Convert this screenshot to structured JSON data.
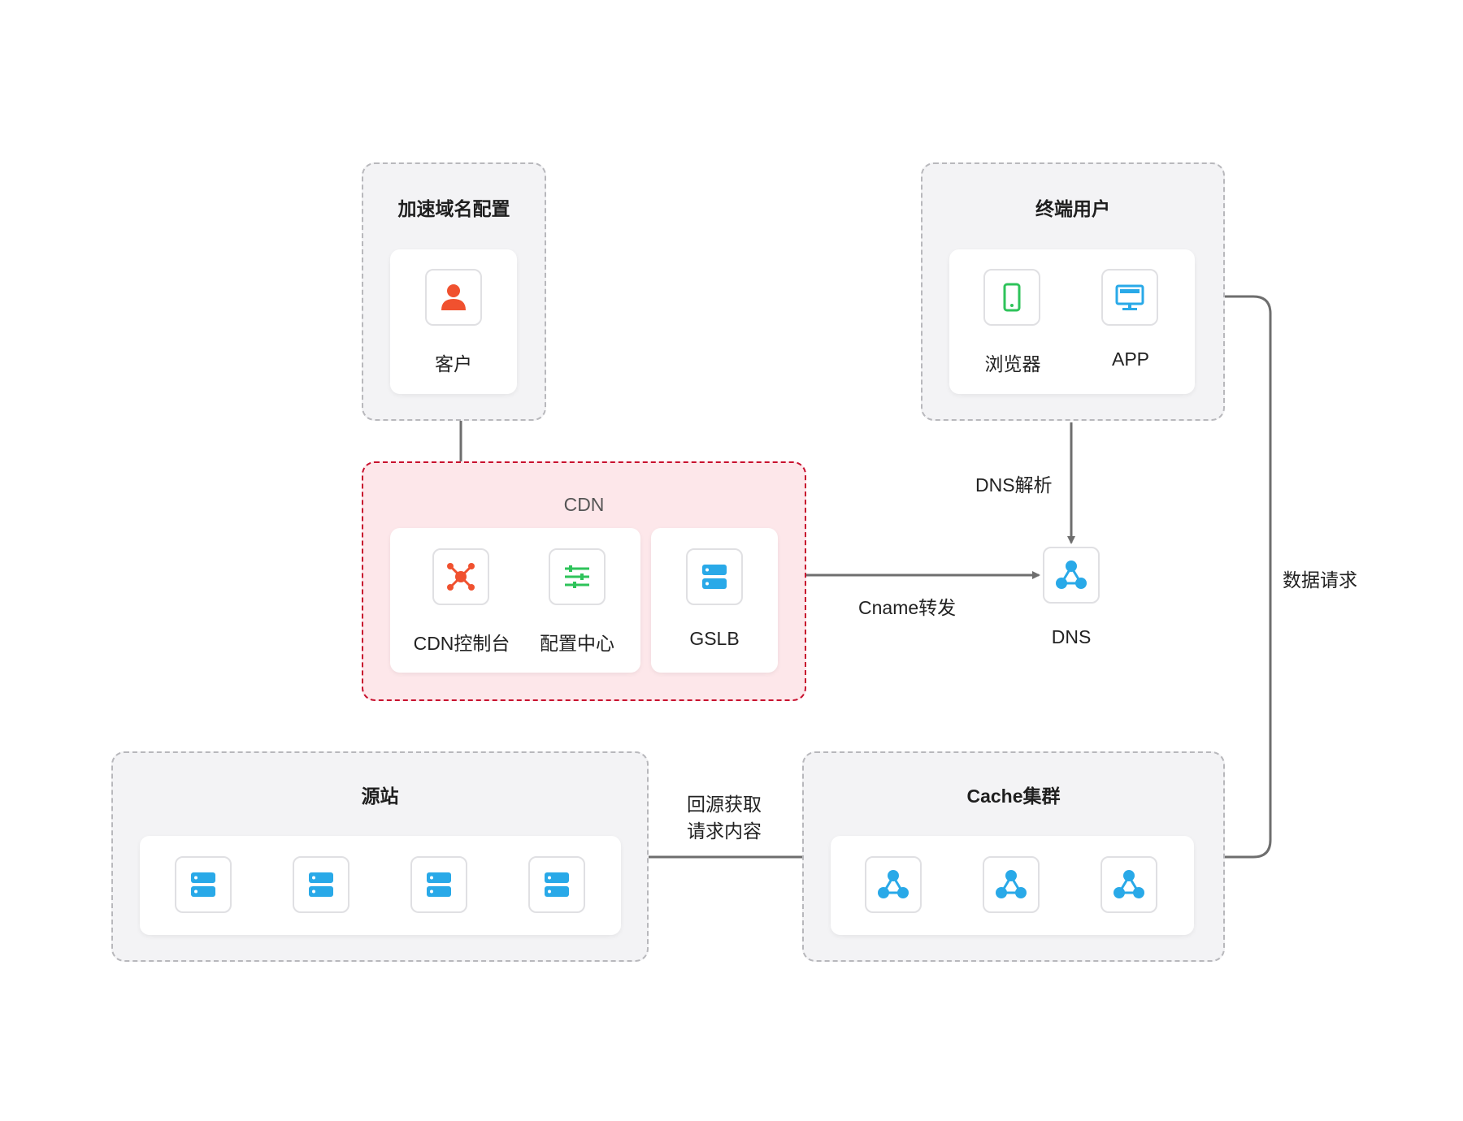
{
  "groups": {
    "domain_config": {
      "title": "加速域名配置",
      "items": [
        {
          "label": "客户",
          "icon": "person-icon"
        }
      ]
    },
    "end_users": {
      "title": "终端用户",
      "items": [
        {
          "label": "浏览器",
          "icon": "phone-icon"
        },
        {
          "label": "APP",
          "icon": "monitor-icon"
        }
      ]
    },
    "cdn": {
      "title": "CDN",
      "items": [
        {
          "label": "CDN控制台",
          "icon": "network-hub-icon"
        },
        {
          "label": "配置中心",
          "icon": "sliders-icon"
        },
        {
          "label": "GSLB",
          "icon": "server-icon"
        }
      ]
    },
    "dns": {
      "label": "DNS",
      "icon": "cluster-icon"
    },
    "origin": {
      "title": "源站",
      "items": [
        {
          "icon": "server-icon"
        },
        {
          "icon": "server-icon"
        },
        {
          "icon": "server-icon"
        },
        {
          "icon": "server-icon"
        }
      ]
    },
    "cache": {
      "title": "Cache集群",
      "items": [
        {
          "icon": "cluster-icon"
        },
        {
          "icon": "cluster-icon"
        },
        {
          "icon": "cluster-icon"
        }
      ]
    }
  },
  "edges": {
    "dns_resolve": "DNS解析",
    "cname_forward": "Cname转发",
    "data_request": "数据请求",
    "back_to_origin_line1": "回源获取",
    "back_to_origin_line2": "请求内容"
  },
  "colors": {
    "cdn_border": "#c8102e",
    "cdn_fill": "#fde7ea",
    "group_border": "#b8b8bc",
    "group_fill": "#f3f3f5",
    "person_icon": "#f0512f",
    "hub_icon": "#f0512f",
    "sliders_icon": "#2ec35a",
    "phone_icon": "#2ec35a",
    "monitor_icon": "#29a9e8",
    "server_icon": "#29a9e8",
    "cluster_icon": "#29a9e8",
    "connector": "#6e6e6e"
  }
}
